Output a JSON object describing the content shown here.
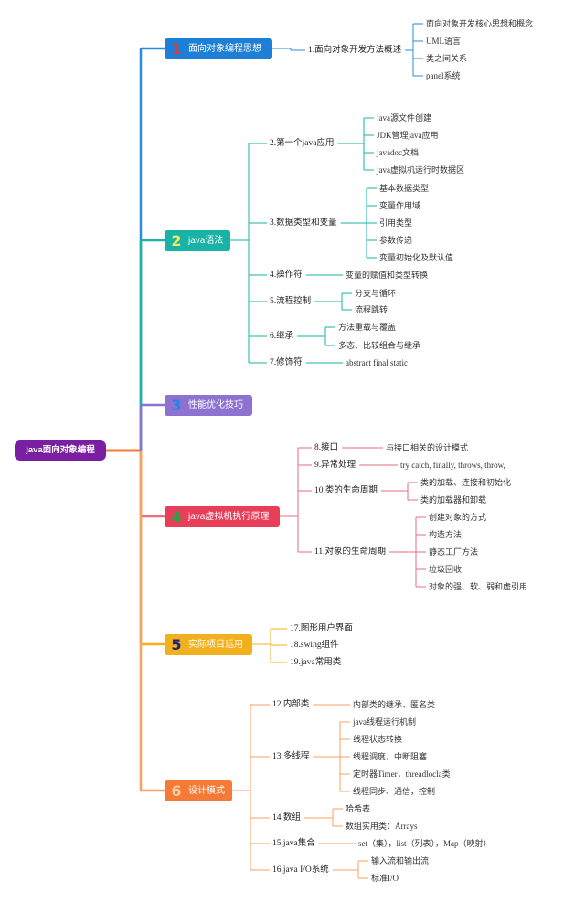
{
  "root": "java面向对象编程",
  "branches": [
    {
      "num": "1",
      "label": "面向对象编程思想",
      "color": "#1e7fd6",
      "num_color": "#e53935",
      "line_color": "#2a8bd6",
      "items": [
        {
          "label": "1.面向对象开发方法概述",
          "children": [
            "面向对象开发核心思想和概念",
            "UML语言",
            "类之间关系",
            "panel系统"
          ]
        }
      ]
    },
    {
      "num": "2",
      "label": "java语法",
      "color": "#19b3a6",
      "num_color": "#f5e663",
      "line_color": "#19b3a6",
      "items": [
        {
          "label": "2.第一个java应用",
          "children": [
            "java源文件创建",
            "JDK管理java应用",
            "javadoc文档",
            "java虚拟机运行时数据区"
          ]
        },
        {
          "label": "3.数据类型和变量",
          "children": [
            "基本数据类型",
            "变量作用域",
            "引用类型",
            "参数传递",
            "变量初始化及默认值"
          ]
        },
        {
          "label": "4.操作符",
          "children": [
            "变量的赋值和类型转换"
          ]
        },
        {
          "label": "5.流程控制",
          "children": [
            "分支与循环",
            "流程跳转"
          ]
        },
        {
          "label": "6.继承",
          "children": [
            "方法重载与覆盖",
            "多态、比较组合与继承"
          ]
        },
        {
          "label": "7.修饰符",
          "children": [
            "abstract final static"
          ]
        }
      ]
    },
    {
      "num": "3",
      "label": "性能优化技巧",
      "color": "#8e72d1",
      "num_color": "#1e88e5",
      "line_color": "#8e72d1",
      "items": []
    },
    {
      "num": "4",
      "label": "java虚拟机执行原理",
      "color": "#e83e5a",
      "num_color": "#2e9e46",
      "line_color": "#e86d7e",
      "items": [
        {
          "label": "8.接口",
          "children": [
            "与接口相关的设计模式"
          ]
        },
        {
          "label": "9.异常处理",
          "children": [
            "try catch, finally, throws, throw,"
          ]
        },
        {
          "label": "10.类的生命周期",
          "children": [
            "类的加载、连接和初始化",
            "类的加载器和卸载"
          ]
        },
        {
          "label": "11.对象的生命周期",
          "children": [
            "创建对象的方式",
            "构造方法",
            "静态工厂方法",
            "垃圾回收",
            "对象的强、软、弱和虚引用"
          ]
        }
      ]
    },
    {
      "num": "5",
      "label": "实际项目运用",
      "color": "#f2b01e",
      "num_color": "#1a237e",
      "line_color": "#f2b01e",
      "items": [
        {
          "label": "17.图形用户界面",
          "children": []
        },
        {
          "label": "18.swing组件",
          "children": []
        },
        {
          "label": "19.java常用类",
          "children": []
        }
      ]
    },
    {
      "num": "6",
      "label": "设计模式",
      "color": "#f47a36",
      "num_color": "#f6d0a0",
      "line_color": "#f5a262",
      "items": [
        {
          "label": "12.内部类",
          "children": [
            "内部类的继承、匿名类"
          ]
        },
        {
          "label": "13.多线程",
          "children": [
            "java线程运行机制",
            "线程状态转换",
            "线程调度，中断阻塞",
            "定时器Timer，threadlocla类",
            "线程同步、通信，控制"
          ]
        },
        {
          "label": "14.数组",
          "children": [
            "哈希表",
            "数组实用类：Arrays"
          ]
        },
        {
          "label": "15.java集合",
          "children": [
            "set（集），list（列表），Map（映射）"
          ]
        },
        {
          "label": "16.java I/O系统",
          "children": [
            "输入流和输出流",
            "标准I/O"
          ]
        }
      ]
    }
  ]
}
